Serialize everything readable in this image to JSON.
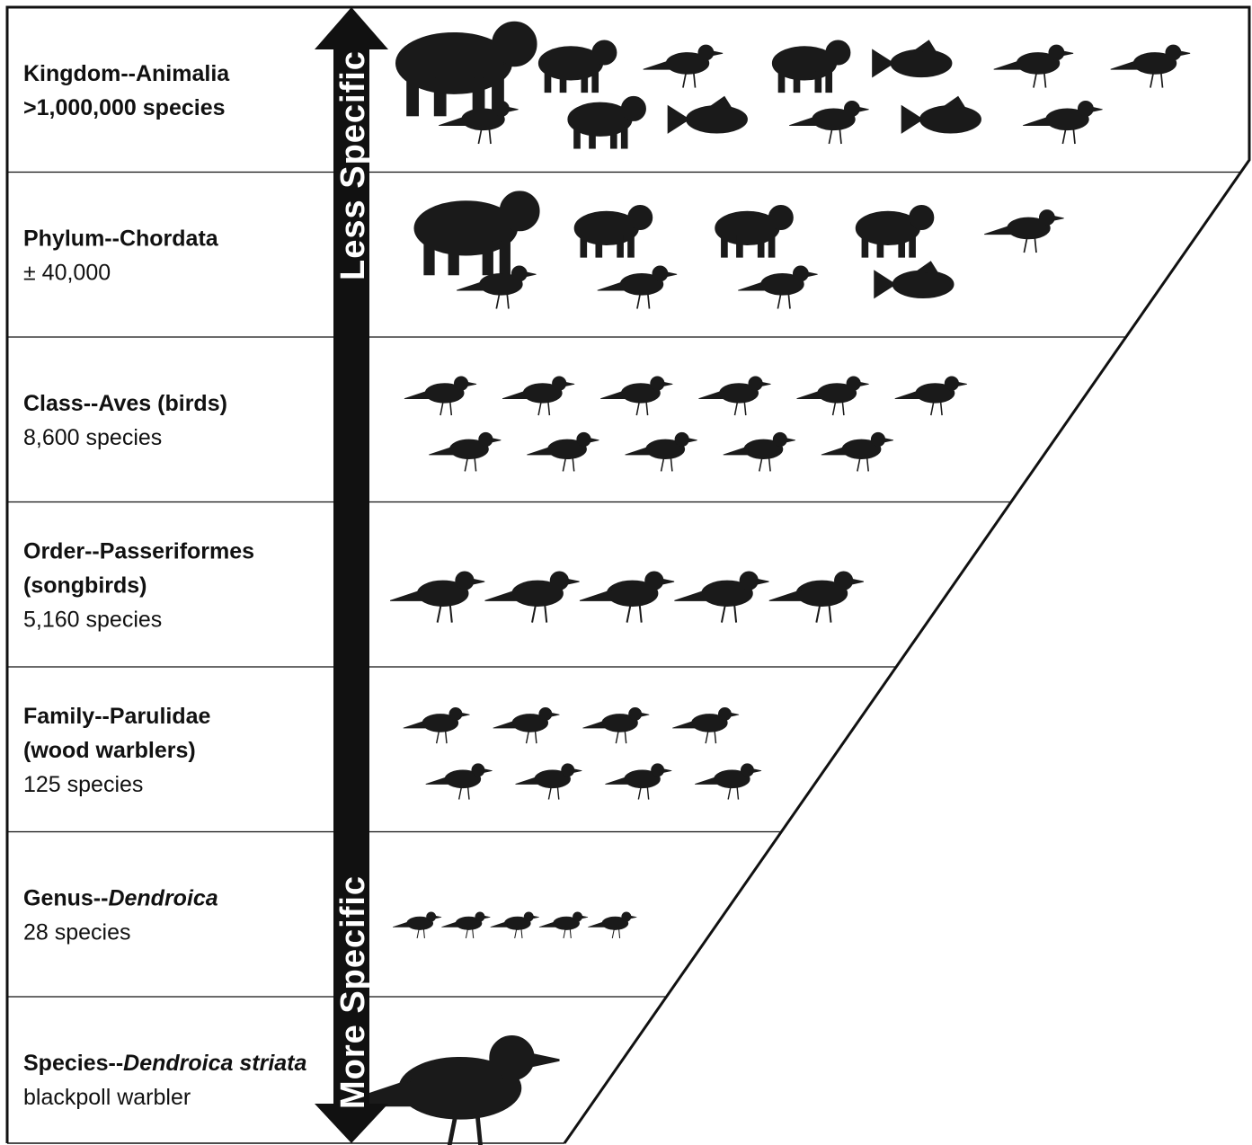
{
  "ranks": [
    {
      "rank": "Kingdom",
      "taxon": "Animalia",
      "taxon_italic": false,
      "lines": [
        ">1,000,000 species"
      ],
      "first_line_bold": true,
      "icons": [
        "elephant-icon",
        "goose-icon",
        "rodent-icon",
        "cat-icon",
        "spider-icon",
        "pike-fish-icon",
        "frog-icon",
        "lobster-icon",
        "starfish-icon",
        "silverfish-icon",
        "clam-icon",
        "chickadee-icon",
        "cone-shell-icon"
      ]
    },
    {
      "rank": "Phylum",
      "taxon": "Chordata",
      "taxon_italic": false,
      "lines": [
        "± 40,000"
      ],
      "first_line_bold": false,
      "icons": [
        "tiger-icon",
        "plover-icon",
        "mouse-icon",
        "snake-icon",
        "frog-icon",
        "owl-icon",
        "fox-icon",
        "sunfish-icon",
        "chickadee-icon"
      ]
    },
    {
      "rank": "Class",
      "taxon": "Aves (birds)",
      "taxon_italic": false,
      "lines": [
        "8,600 species"
      ],
      "first_line_bold": false,
      "icons": [
        "cardinal-icon",
        "duck-icon",
        "owl-icon",
        "warbler-icon",
        "hawk-icon",
        "sandpiper-icon",
        "finch-icon",
        "pheasant-icon",
        "hummingbird-icon",
        "canada-goose-icon",
        "pigeon-icon"
      ]
    },
    {
      "rank": "Order",
      "taxon": "Passeriformes",
      "taxon_italic": false,
      "lines": [
        "(songbirds)",
        "5,160 species"
      ],
      "first_line_bold": true,
      "icons": [
        "robin-icon",
        "chickadee-icon",
        "bluebird-icon",
        "sparrow-icon",
        "cardinal-icon"
      ]
    },
    {
      "rank": "Family",
      "taxon": "Parulidae",
      "taxon_italic": false,
      "lines": [
        "(wood warblers)",
        "125 species"
      ],
      "first_line_bold": true,
      "icons": [
        "warbler-icon",
        "warbler-icon",
        "warbler-icon",
        "warbler-icon",
        "redstart-icon",
        "warbler-icon",
        "warbler-icon",
        "warbler-icon"
      ]
    },
    {
      "rank": "Genus",
      "taxon": "Dendroica",
      "taxon_italic": true,
      "lines": [
        "28 species"
      ],
      "first_line_bold": false,
      "icons": [
        "warbler-icon",
        "warbler-icon",
        "warbler-icon",
        "warbler-icon",
        "warbler-icon"
      ]
    },
    {
      "rank": "Species",
      "taxon": "Dendroica striata",
      "taxon_italic": true,
      "lines": [
        "blackpoll warbler"
      ],
      "first_line_bold": false,
      "icons": [
        "blackpoll-warbler-icon"
      ]
    }
  ],
  "arrow": {
    "top_label": "Less Specific",
    "bottom_label": "More Specific"
  },
  "colors": {
    "ink": "#111111",
    "background": "#ffffff",
    "arrow": "#111111"
  }
}
